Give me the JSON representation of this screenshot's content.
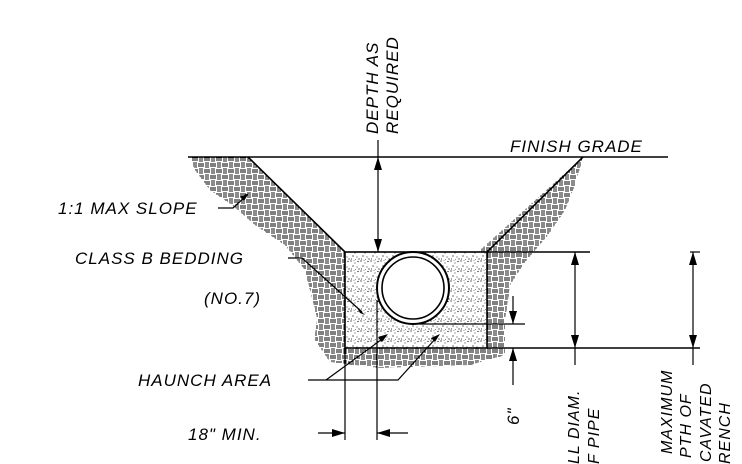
{
  "labels": {
    "depth_line1": "DEPTH AS",
    "depth_line2": "REQUIRED",
    "finish_grade": "FINISH  GRADE",
    "max_slope": "1:1  MAX  SLOPE",
    "bedding_line1": "CLASS  B  BEDDING",
    "bedding_line2": "(NO.7)",
    "haunch": "HAUNCH  AREA",
    "min_width": "18\"  MIN.",
    "six_inch": "6\"",
    "pipe_line1": "LL  DIAM.",
    "pipe_line2": "F  PIPE",
    "trench_line1": "MAXIMUM",
    "trench_line2": "PTH  OF",
    "trench_line3": "CAVATED",
    "trench_line4": "RENCH"
  },
  "colors": {
    "ink": "#000000",
    "background": "#ffffff"
  }
}
